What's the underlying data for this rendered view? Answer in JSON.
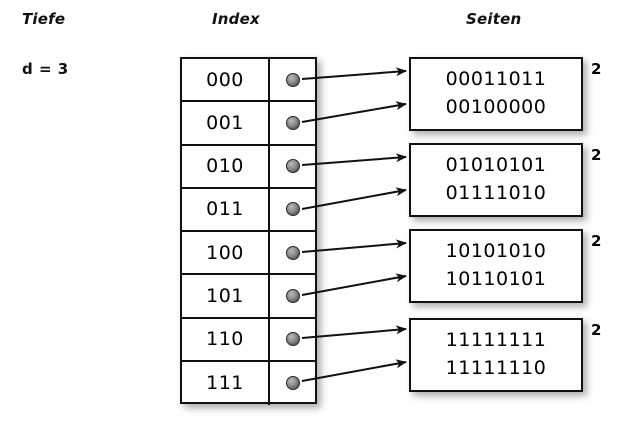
{
  "headings": {
    "left": "Tiefe",
    "middle": "Index",
    "right": "Seiten"
  },
  "depth": {
    "label": "d = 3"
  },
  "index_table": {
    "rows": [
      {
        "key": "000",
        "pointer_icon": "pointer-dot-icon"
      },
      {
        "key": "001",
        "pointer_icon": "pointer-dot-icon"
      },
      {
        "key": "010",
        "pointer_icon": "pointer-dot-icon"
      },
      {
        "key": "011",
        "pointer_icon": "pointer-dot-icon"
      },
      {
        "key": "100",
        "pointer_icon": "pointer-dot-icon"
      },
      {
        "key": "101",
        "pointer_icon": "pointer-dot-icon"
      },
      {
        "key": "110",
        "pointer_icon": "pointer-dot-icon"
      },
      {
        "key": "111",
        "pointer_icon": "pointer-dot-icon"
      }
    ]
  },
  "pages": [
    {
      "lines": [
        "00011011",
        "00100000"
      ],
      "count": "2",
      "sources": [
        "000",
        "001"
      ]
    },
    {
      "lines": [
        "01010101",
        "01111010"
      ],
      "count": "2",
      "sources": [
        "010",
        "011"
      ]
    },
    {
      "lines": [
        "10101010",
        "10110101"
      ],
      "count": "2",
      "sources": [
        "100",
        "101"
      ]
    },
    {
      "lines": [
        "11111111",
        "11111110"
      ],
      "count": "2",
      "sources": [
        "110",
        "111"
      ]
    }
  ],
  "colors": {
    "background": "#ffffff",
    "stroke": "#111111",
    "text": "#000000",
    "dot": "#7d7d7d",
    "shadow": "rgba(0,0,0,0.32)"
  }
}
